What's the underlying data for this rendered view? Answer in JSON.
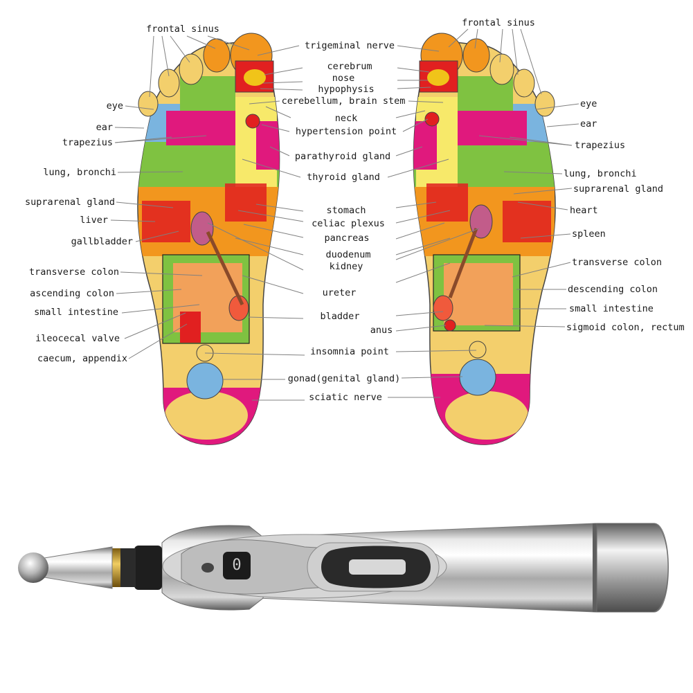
{
  "left_labels": {
    "frontal_sinus": "frontal sinus",
    "eye": "eye",
    "ear": "ear",
    "trapezius": "trapezius",
    "lung_bronchi": "lung, bronchi",
    "suprarenal_gland": "suprarenal gland",
    "liver": "liver",
    "gallbladder": "gallbladder",
    "transverse_colon": "transverse colon",
    "ascending_colon": "ascending colon",
    "small_intestine": "small intestine",
    "ileocecal_valve": "ileocecal valve",
    "caecum_appendix": "caecum, appendix"
  },
  "center_labels": {
    "trigeminal_nerve": "trigeminal nerve",
    "cerebrum": "cerebrum",
    "nose": "nose",
    "hypophysis": "hypophysis",
    "cerebellum_brain_stem": "cerebellum, brain stem",
    "neck": "neck",
    "hypertension_point": "hypertension point",
    "parathyroid_gland": "parathyroid gland",
    "thyroid_gland": "thyroid gland",
    "stomach": "stomach",
    "celiac_plexus": "celiac plexus",
    "pancreas": "pancreas",
    "duodenum": "duodenum",
    "kidney": "kidney",
    "ureter": "ureter",
    "bladder": "bladder",
    "anus": "anus",
    "insomnia_point": "insomnia point",
    "gonad": "gonad(genital gland)",
    "sciatic_nerve": "sciatic nerve"
  },
  "right_labels": {
    "frontal_sinus": "frontal sinus",
    "eye": "eye",
    "ear": "ear",
    "trapezius": "trapezius",
    "lung_bronchi": "lung, bronchi",
    "suprarenal_gland": "suprarenal gland",
    "heart": "heart",
    "spleen": "spleen",
    "transverse_colon": "transverse colon",
    "descending_colon": "descending colon",
    "small_intestine": "small intestine",
    "sigmoid_colon_rectum": "sigmoid colon, rectum"
  },
  "device": {
    "display_digit": "0"
  },
  "colors": {
    "foot_base": "#f3cf6c",
    "green": "#7fc241",
    "red": "#e12020",
    "magenta": "#e0197d",
    "blue": "#7ab4df",
    "orange": "#f2961e",
    "pale_yellow": "#f7e96a",
    "leader_line": "#808080"
  }
}
